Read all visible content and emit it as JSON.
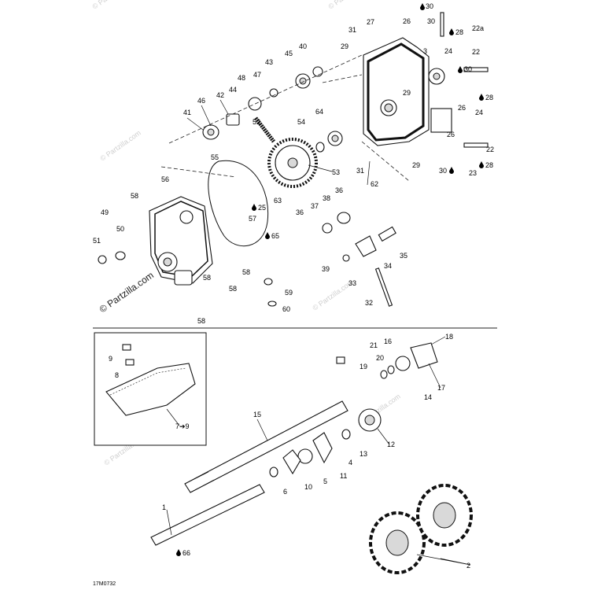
{
  "figure_code": "17M0732",
  "watermark": "© Partzilla.com",
  "watermark_main": "© Partzilla.com",
  "labels": {
    "l1": "1",
    "l2": "2",
    "l3": "3",
    "l4": "4",
    "l5": "5",
    "l6": "6",
    "l7to9": "7➔9",
    "l8": "8",
    "l9": "9",
    "l10": "10",
    "l11": "11",
    "l12": "12",
    "l13": "13",
    "l14": "14",
    "l15": "15",
    "l16": "16",
    "l17": "17",
    "l18": "18",
    "l19": "19",
    "l20": "20",
    "l21": "21",
    "l22a": "22",
    "l22b": "22",
    "l22c": "22a",
    "l23": "23",
    "l24a": "24",
    "l24b": "24",
    "l25": "25",
    "l26a": "26",
    "l26b": "26",
    "l26c": "26",
    "l27": "27",
    "l28a": "28",
    "l28b": "28",
    "l28c": "28",
    "l29a": "29",
    "l29b": "29",
    "l29c": "29",
    "l30a": "30",
    "l30b": "30",
    "l30c": "30",
    "l31a": "31",
    "l31b": "31",
    "l32": "32",
    "l33": "33",
    "l34": "34",
    "l35": "35",
    "l36a": "36",
    "l36b": "36",
    "l37": "37",
    "l38": "38",
    "l39": "39",
    "l40": "40",
    "l41": "41",
    "l42": "42",
    "l43": "43",
    "l44": "44",
    "l45": "45",
    "l46": "46",
    "l47": "47",
    "l48": "48",
    "l49": "49",
    "l50": "50",
    "l51": "51",
    "l52": "52",
    "l53": "53",
    "l54": "54",
    "l55": "55",
    "l56": "56",
    "l57": "57",
    "l58a": "58",
    "l58b": "58",
    "l58c": "58",
    "l58d": "58",
    "l58e": "58",
    "l59": "59",
    "l60": "60",
    "l62": "62",
    "l63": "63",
    "l64": "64",
    "l65": "65",
    "l66": "66"
  },
  "drop_icon": "oil-drop-icon"
}
